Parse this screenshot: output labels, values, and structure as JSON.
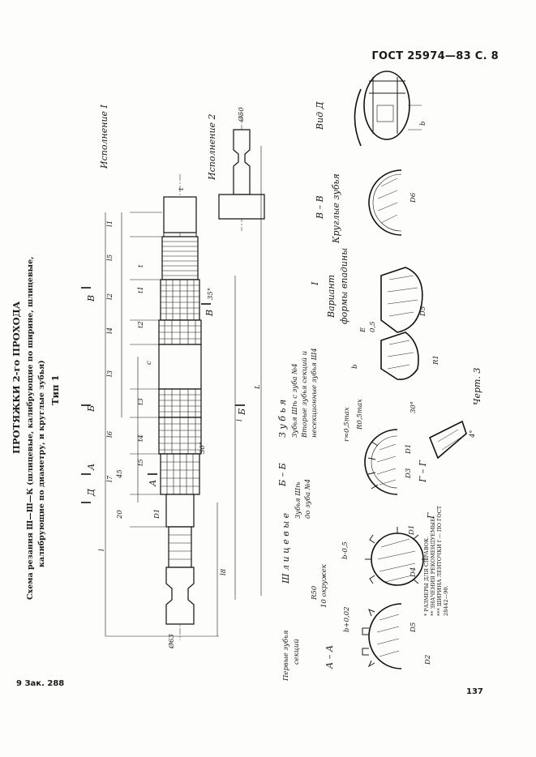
{
  "header": {
    "gost": "ГОСТ 25974—83 С. 8"
  },
  "footer": {
    "left": "9 Зак. 288",
    "page": "137"
  },
  "title": {
    "main": "ПРОТЯЖКИ 2-го ПРОХОДА",
    "scheme": "Схема резания Ш—Ш—К (шлицевые, калибрующие по ширине, шлицевые,",
    "scheme2": "калибрующие по диаметру, и круглые зубья)",
    "type": "Тип 1"
  },
  "labels": {
    "execution1": "Исполнение I",
    "execution2": "Исполнение 2",
    "vid_d": "Вид Д",
    "section_vv": "В – В",
    "round_teeth": "Круглые зубья",
    "variant_i": "I",
    "variant": "Вариант",
    "form_cavity": "формы впадины",
    "teeth": "З у б ь я",
    "teeth_sh4": "Зубья Шѣ с зуба №4",
    "teeth_second": "Вторые зубья секций и",
    "teeth_nonseq": "несекционные зубья Ш4",
    "section_bb": "Б – Б",
    "slot_teeth": "Ш л и ц е в ы е",
    "teeth_shb": "Зубья Шѣ",
    "from_tooth4": "до зуба №4",
    "first_teeth": "Первые зубья",
    "sections": "секций",
    "section_aa": "А – А",
    "r50": "R50",
    "ten_circles": "10 окружек",
    "chart": "Черт. 3",
    "arrow_a": "А",
    "arrow_b": "Б",
    "arrow_v": "В",
    "arrow_d": "Д",
    "gg": "Г – Г",
    "g": "Г"
  },
  "dims": {
    "d50": "Ø50",
    "d63": "Ø63",
    "l": "l",
    "L": "L",
    "l1": "l1",
    "l2": "l2",
    "l3": "l3",
    "l4": "l4",
    "l5": "l5",
    "l6": "l6",
    "l7": "l7",
    "l8": "l8",
    "t": "t",
    "t1": "t1",
    "t2": "t2",
    "t3": "t3",
    "t4": "t4",
    "t5": "t5",
    "c": "c",
    "ang30": "30°",
    "ang35": "35°",
    "dim20": "20",
    "dim45": "45",
    "d1": "D1",
    "d2": "D2",
    "d3": "D3",
    "d4": "D4",
    "d5": "D5",
    "d6": "D6",
    "e": "E",
    "dim05": "0,5",
    "dim1": "1",
    "r05": "R0,5max",
    "r1": "R1",
    "dim4": "4°",
    "dim_b": "b",
    "ang_r": "r≈0,5max",
    "b_tol": "b-0,5",
    "b_plus": "b+0,02",
    "s30": "30°"
  },
  "notes": {
    "n1": "* РАЗМЕРЫ ДЛЯ СПРАВОК.",
    "n2": "** ЗНАЧЕНИЯ РЕКОМЕНДУЕМЫЕ.",
    "n3": "*** ШИРИНА ЛЕНТОЧКИ f — ПО ГОСТ",
    "n4": "28442—90."
  }
}
